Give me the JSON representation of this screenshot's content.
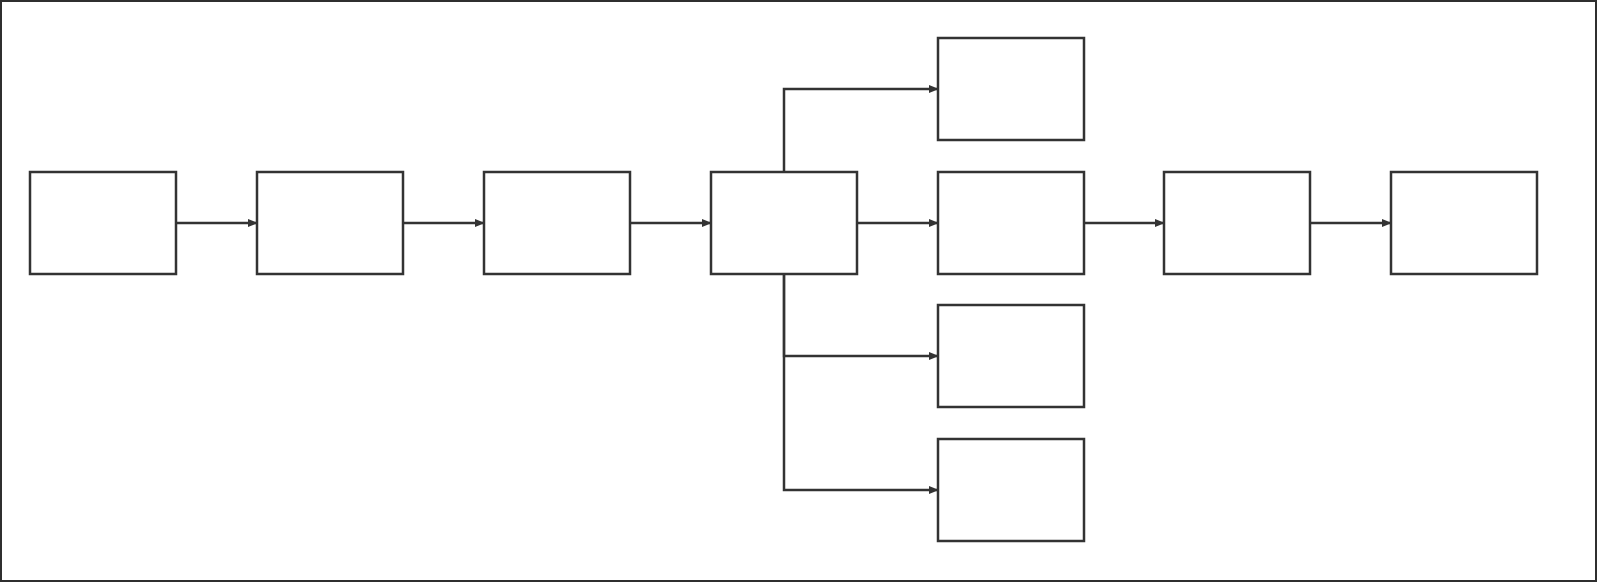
{
  "diagram": {
    "type": "flowchart",
    "colors": {
      "stroke": "#333333",
      "fill": "#ffffff",
      "background": "#ffffff"
    },
    "nodes": [
      {
        "id": "node-1",
        "label": ""
      },
      {
        "id": "node-2",
        "label": ""
      },
      {
        "id": "node-3",
        "label": ""
      },
      {
        "id": "node-4",
        "label": ""
      },
      {
        "id": "node-5",
        "label": ""
      },
      {
        "id": "node-6",
        "label": ""
      },
      {
        "id": "node-7",
        "label": ""
      },
      {
        "id": "node-8",
        "label": ""
      },
      {
        "id": "node-9",
        "label": ""
      },
      {
        "id": "node-10",
        "label": ""
      }
    ],
    "edges": [
      {
        "from": "node-1",
        "to": "node-2"
      },
      {
        "from": "node-2",
        "to": "node-3"
      },
      {
        "from": "node-3",
        "to": "node-4"
      },
      {
        "from": "node-4",
        "to": "node-5"
      },
      {
        "from": "node-4",
        "to": "node-6"
      },
      {
        "from": "node-4",
        "to": "node-7"
      },
      {
        "from": "node-4",
        "to": "node-8"
      },
      {
        "from": "node-6",
        "to": "node-9"
      },
      {
        "from": "node-9",
        "to": "node-10"
      }
    ]
  }
}
